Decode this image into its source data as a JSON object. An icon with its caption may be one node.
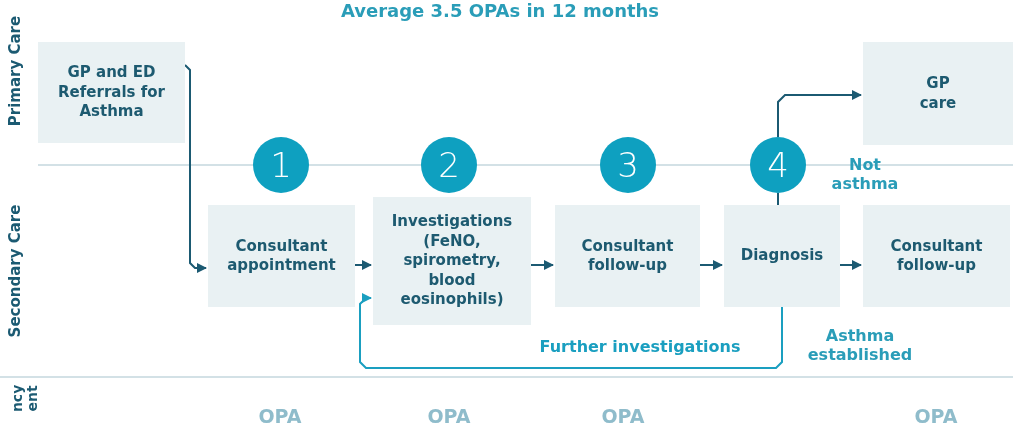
{
  "diagram": {
    "title": "Average 3.5 OPAs in 12 months",
    "nodes": [
      {
        "text": [
          "GP and ED Referrals for Asthma"
        ]
      },
      {
        "text": [
          "GP care"
        ]
      },
      {
        "text": [
          "1"
        ]
      },
      {
        "text": [
          "2"
        ]
      },
      {
        "text": [
          "3"
        ]
      },
      {
        "text": [
          "4"
        ]
      },
      {
        "text": [
          "Consultant appointment"
        ]
      },
      {
        "text": [
          "Investigations (FeNO, spirometry, blood eosinophils)"
        ]
      },
      {
        "text": [
          "Consultant follow-up"
        ]
      },
      {
        "text": [
          "Diagnosis"
        ]
      },
      {
        "text": [
          "Consultant follow-up"
        ]
      }
    ],
    "edges": [
      {
        "from": 0,
        "to": 6,
        "arrow": "to"
      },
      {
        "from": 6,
        "to": 7,
        "arrow": "to"
      },
      {
        "from": 7,
        "to": 8,
        "arrow": "to"
      },
      {
        "from": 8,
        "to": 9,
        "arrow": "to"
      },
      {
        "from": 9,
        "to": 10,
        "arrow": "to"
      },
      {
        "from": 9,
        "to": 5,
        "arrow": "none"
      },
      {
        "from": 5,
        "to": 1,
        "arrow": "to"
      },
      {
        "from": 9,
        "to": 7,
        "arrow": "to",
        "label": "Further investigations",
        "color": "#1a9fc0"
      }
    ],
    "labels": [
      "Primary Care",
      "Secondary Care",
      "Not asthma",
      "Asthma established",
      "ncy",
      "ent",
      "OPA",
      "OPA",
      "OPA",
      "OPA"
    ]
  }
}
